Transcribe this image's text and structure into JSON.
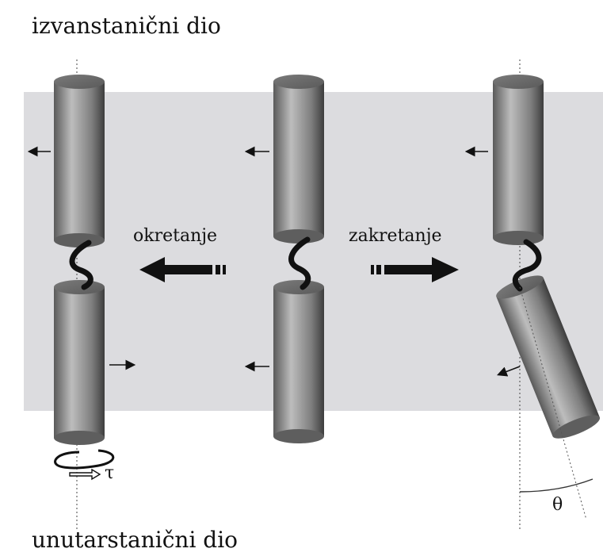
{
  "labels": {
    "top": "izvanstanični dio",
    "bottom": "unutarstanični dio",
    "rotation": "okretanje",
    "tilting": "zakretanje",
    "torque_symbol": "τ",
    "angle_symbol": "θ"
  },
  "colors": {
    "membrane": "#dcdcdf",
    "cylinder_dark": "#4d4d4d",
    "cylinder_light": "#b8b8b8",
    "linker": "#111111",
    "arrow": "#111111"
  }
}
